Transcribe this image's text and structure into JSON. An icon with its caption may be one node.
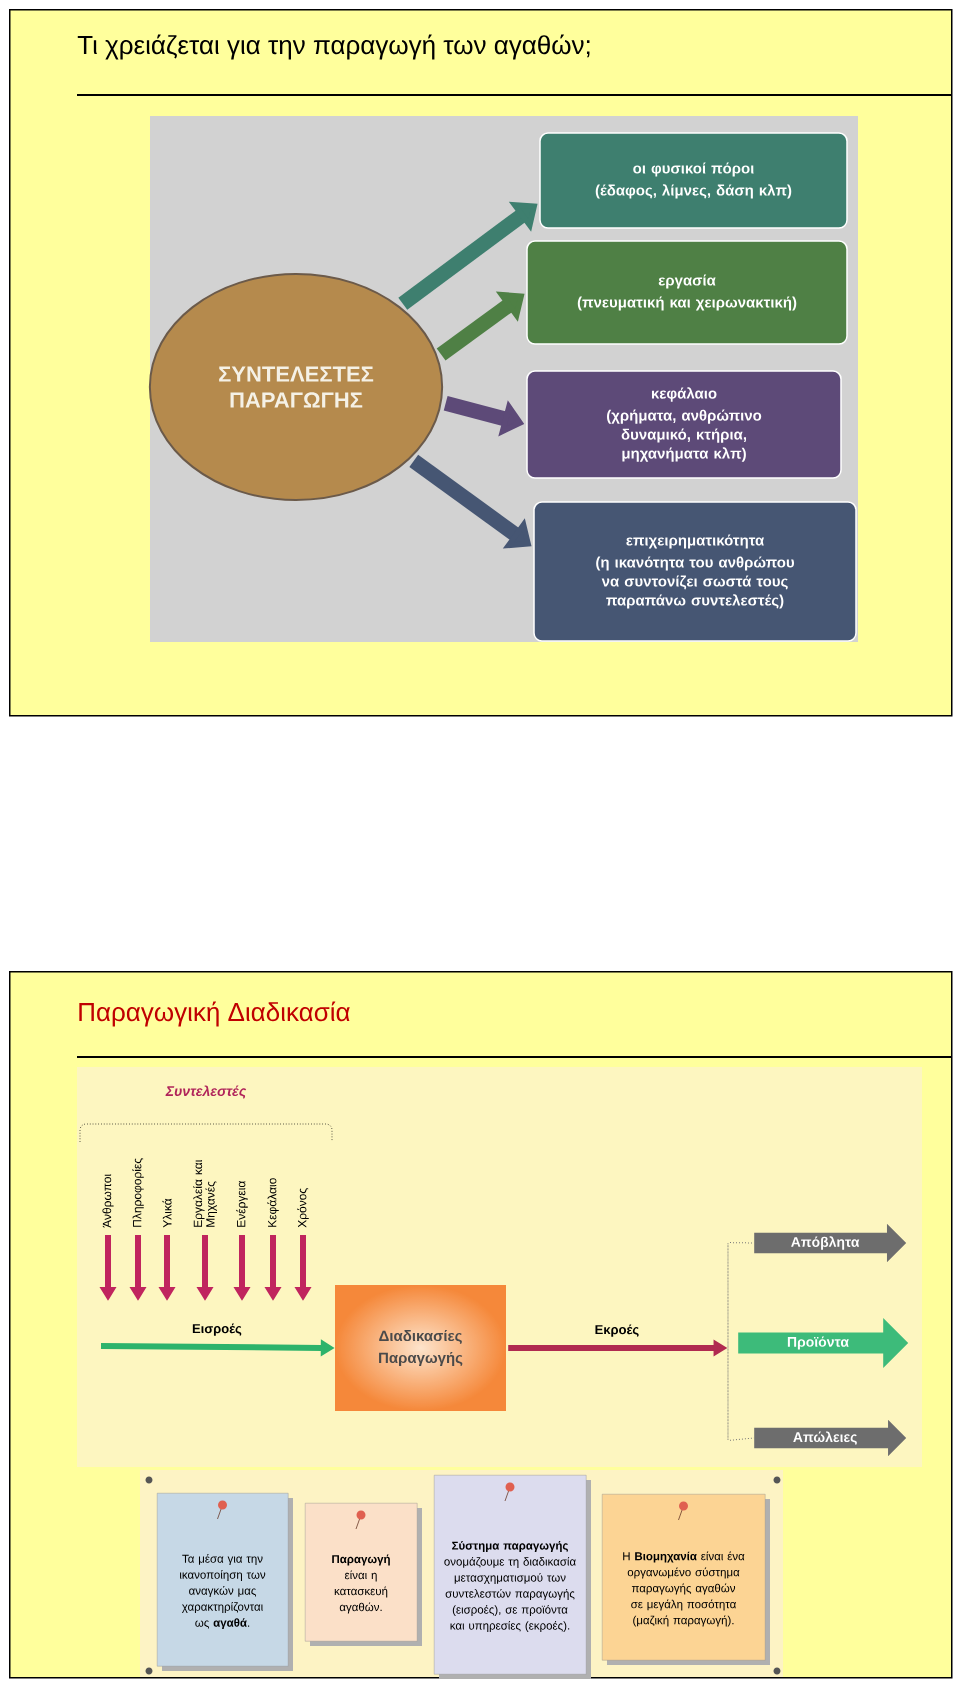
{
  "diagram": {
    "nodes": [
      {
        "text": [
          "Τι χρειάζεται για την παραγωγή των αγαθών;"
        ]
      },
      {
        "text": [
          "ΣΥΝΤΕΛΕΣΤΕΣ ΠΑΡΑΓΩΓΗΣ"
        ],
        "in": 0
      },
      {
        "text": [
          "οι φυσικοί πόροι",
          "(έδαφος, λίμνες, δάση κλπ)"
        ],
        "in": 0
      },
      {
        "text": [
          "εργασία",
          "(πνευματική και χειρωνακτική)"
        ],
        "in": 0
      },
      {
        "text": [
          "κεφάλαιο",
          "(χρήματα, ανθρώπινο δυναμικό, κτήρια, μηχανήματα κλπ)"
        ],
        "in": 0
      },
      {
        "text": [
          "επιχειρηματικότητα",
          "(η ικανότητα του ανθρώπου να συντονίζει σωστά τους παραπάνω συντελεστές)"
        ],
        "in": 0
      },
      {
        "text": [
          "Παραγωγική Διαδικασία"
        ]
      },
      {
        "text": [
          "Άνθρωποι"
        ],
        "in": 6
      },
      {
        "text": [
          "Πληροφορίες"
        ],
        "in": 6
      },
      {
        "text": [
          "Υλικά"
        ],
        "in": 6
      },
      {
        "text": [
          "Εργαλεία και Μηχανές"
        ],
        "in": 6
      },
      {
        "text": [
          "Ενέργεια"
        ],
        "in": 6
      },
      {
        "text": [
          "Κεφάλαιο"
        ],
        "in": 6
      },
      {
        "text": [
          "Χρόνος"
        ],
        "in": 6
      },
      {
        "text": [
          "Διαδικασίες Παραγωγής"
        ],
        "in": 6
      },
      {
        "text": [
          "Απόβλητα"
        ],
        "in": 6
      },
      {
        "text": [
          "Προϊόντα"
        ],
        "in": 6
      },
      {
        "text": [
          "Απώλειες"
        ],
        "in": 6
      },
      {
        "text": [],
        "shape": "bar",
        "in": 6
      },
      {
        "text": [
          "Τα μέσα για την ικανοποίηση των αναγκών μας χαρακτηρίζονται ως **αγαθά**."
        ],
        "in": 6
      },
      {
        "text": [
          "**Παραγωγή** είναι η κατασκευή αγαθών."
        ],
        "in": 6
      },
      {
        "text": [
          "**Σύστημα παραγωγής** ονομάζουμε τη διαδικασία μετασχηματισμού των συντελεστών παραγωγής (εισροές), σε προϊόντα και υπηρεσίες (εκροές)."
        ],
        "in": 6
      },
      {
        "text": [
          "Η **Βιομηχανία** είναι ένα οργανωμένο σύστημα παραγωγής αγαθών σε μεγάλη ποσότητα (μαζική παραγωγή)."
        ],
        "in": 6
      }
    ],
    "edges": [
      {
        "from": 1,
        "to": 2,
        "arrow": "to",
        "style": "thick",
        "color": "#3e7f6f"
      },
      {
        "from": 1,
        "to": 3,
        "arrow": "to",
        "style": "thick",
        "color": "#4f8045"
      },
      {
        "from": 1,
        "to": 4,
        "arrow": "to",
        "style": "thick",
        "color": "#5d4a78"
      },
      {
        "from": 1,
        "to": 5,
        "arrow": "to",
        "style": "thick",
        "color": "#465673"
      },
      {
        "from": 7,
        "to": null,
        "arrow": "to",
        "color": "#c0255e"
      },
      {
        "from": 8,
        "to": null,
        "arrow": "to",
        "color": "#c0255e"
      },
      {
        "from": 9,
        "to": null,
        "arrow": "to",
        "color": "#c0255e"
      },
      {
        "from": 10,
        "to": null,
        "arrow": "to",
        "color": "#c0255e"
      },
      {
        "from": 11,
        "to": null,
        "arrow": "to",
        "color": "#c0255e"
      },
      {
        "from": 12,
        "to": null,
        "arrow": "to",
        "color": "#c0255e"
      },
      {
        "from": 13,
        "to": null,
        "arrow": "to",
        "color": "#c0255e"
      },
      {
        "from": null,
        "to": 14,
        "arrow": "to",
        "label": "Εισροές",
        "color": "#2db36b"
      },
      {
        "from": 14,
        "to": 18,
        "arrow": "to",
        "label": "Εκροές",
        "color": "#b02a50"
      },
      {
        "from": 18,
        "to": 15,
        "arrow": "none",
        "style": "dashed",
        "color": "#777777"
      },
      {
        "from": 18,
        "to": 17,
        "arrow": "none",
        "style": "dashed",
        "color": "#777777"
      }
    ],
    "labels": [
      "Συντελεστές"
    ]
  }
}
